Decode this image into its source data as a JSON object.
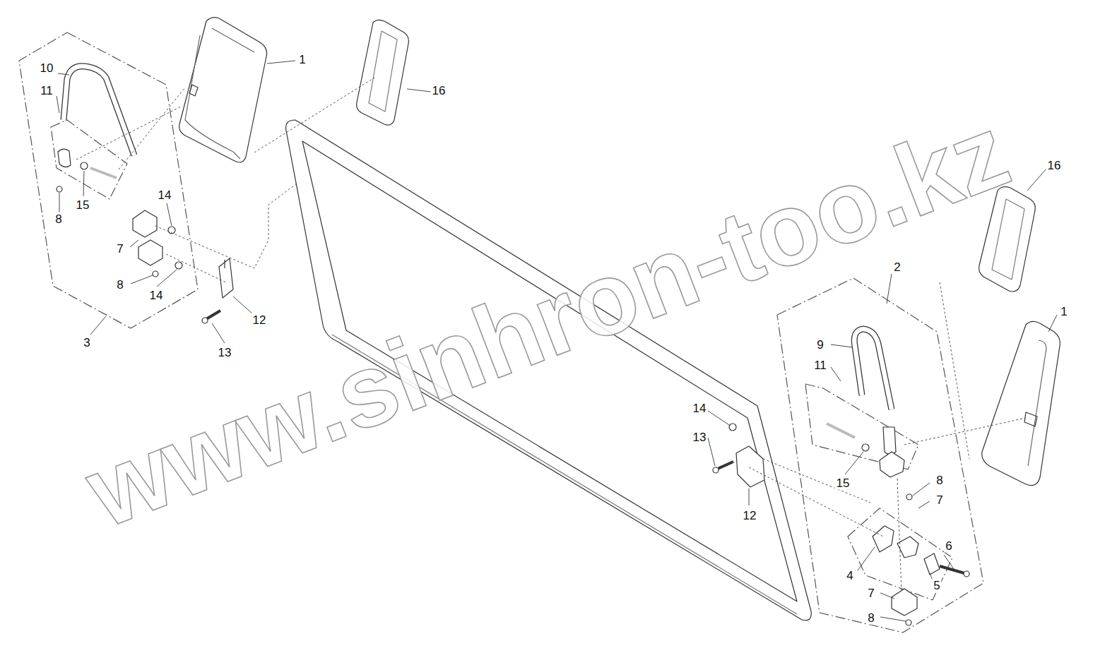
{
  "diagram": {
    "labels": [
      "10",
      "11",
      "8",
      "15",
      "7",
      "14",
      "8",
      "14",
      "3",
      "13",
      "12",
      "1",
      "16",
      "16",
      "1",
      "2",
      "9",
      "11",
      "14",
      "13",
      "15",
      "8",
      "7",
      "12",
      "4",
      "5",
      "6",
      "7",
      "8",
      "www.sinhron-too.kz"
    ]
  }
}
